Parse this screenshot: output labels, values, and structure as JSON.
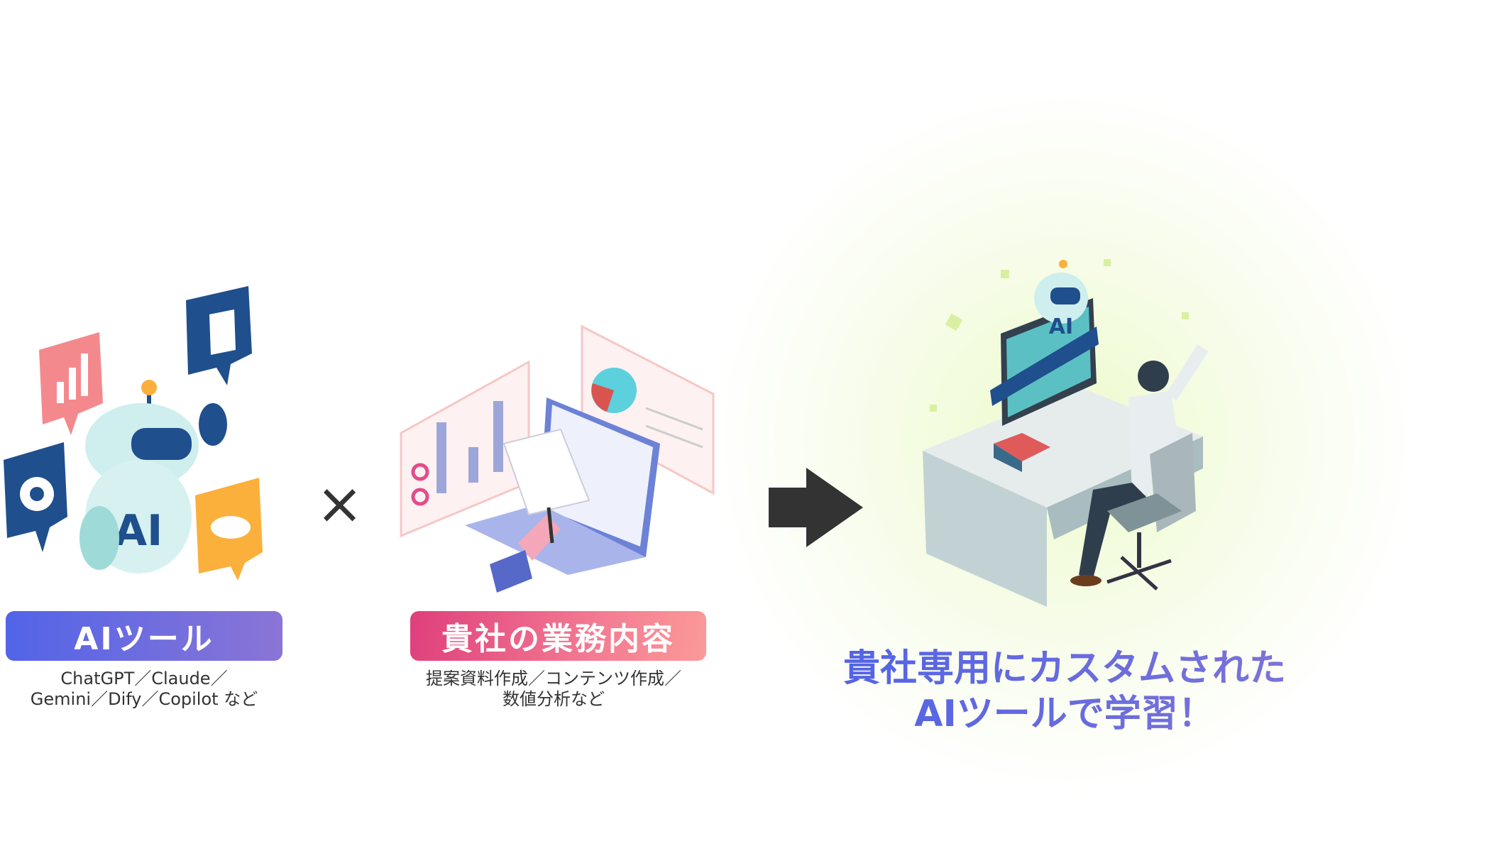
{
  "ai_tool": {
    "label": "AIツール",
    "examples_line1": "ChatGPT／Claude／",
    "examples_line2": "Gemini／Dify／Copilot など",
    "robot_text": "AI"
  },
  "operator": "×",
  "business": {
    "label": "貴社の業務内容",
    "examples_line1": "提案資料作成／コンテンツ作成／",
    "examples_line2": "数値分析など"
  },
  "result": {
    "headline_line1": "貴社専用にカスタムされた",
    "headline_line2": "AIツールで学習！",
    "robot_text": "AI"
  },
  "colors": {
    "blue": "#5264e8",
    "pink": "#df3f7c",
    "arrow": "#333333"
  }
}
